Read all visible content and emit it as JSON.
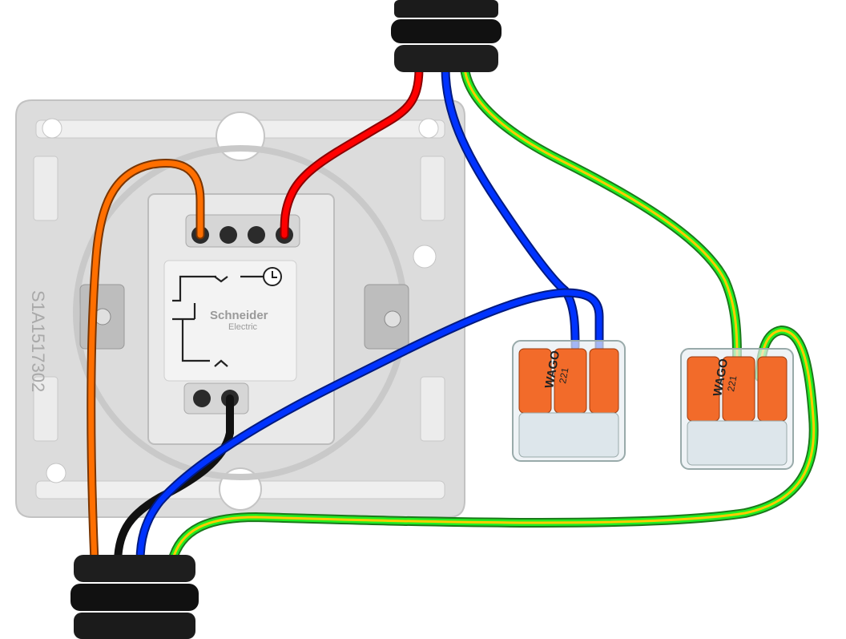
{
  "diagram": {
    "switch_module": {
      "brand_line1": "Schneider",
      "brand_line2": "Electric",
      "reference": "S1A1517302",
      "timer_symbol": "clock-icon"
    },
    "connectors": [
      {
        "brand": "WAGO",
        "model": "221"
      },
      {
        "brand": "WAGO",
        "model": "221"
      }
    ],
    "wire_colors": {
      "live": "#ff0000",
      "neutral": "#0033ff",
      "earth_green": "#22ee22",
      "earth_yellow": "#ffcc00",
      "switched": "#ff6f00",
      "return": "#111111"
    }
  }
}
